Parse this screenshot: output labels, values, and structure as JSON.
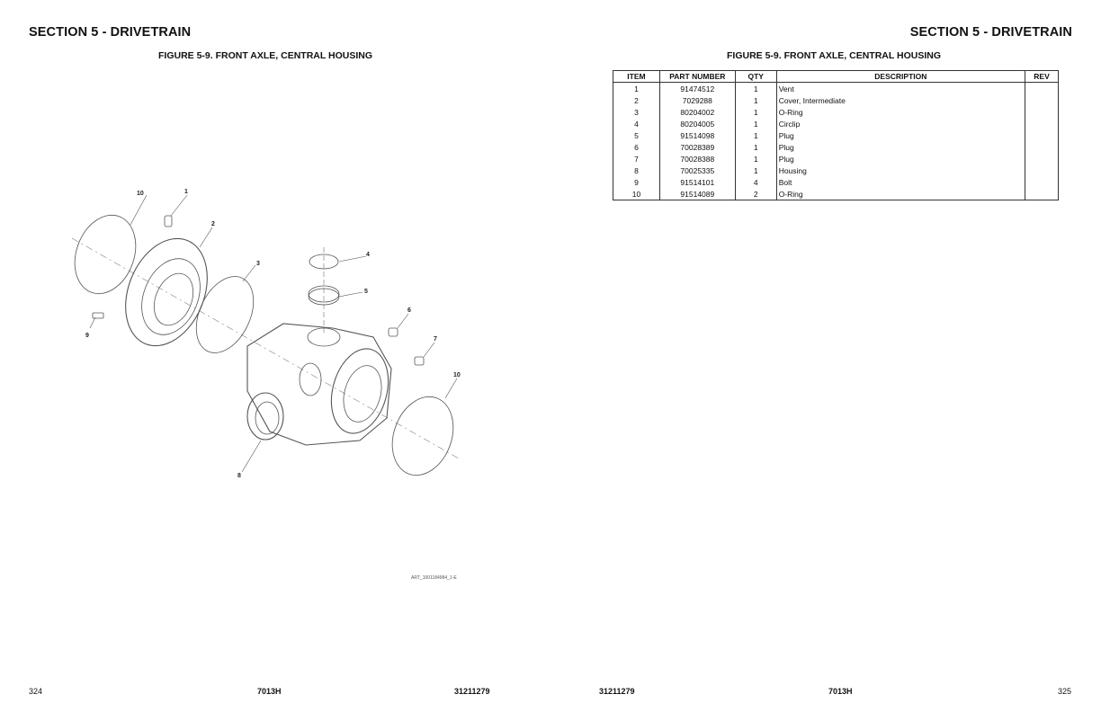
{
  "left_page": {
    "section_title": "SECTION 5 - DRIVETRAIN",
    "figure_title": "FIGURE 5-9. FRONT AXLE, CENTRAL HOUSING",
    "art_reference": "ART_1001184984_1-E",
    "callouts": [
      "10",
      "1",
      "2",
      "3",
      "4",
      "5",
      "6",
      "7",
      "9",
      "10",
      "8"
    ],
    "footer": {
      "page_number": "324",
      "model": "7013H",
      "doc_number": "31211279"
    }
  },
  "right_page": {
    "section_title": "SECTION 5 - DRIVETRAIN",
    "figure_title": "FIGURE 5-9. FRONT AXLE, CENTRAL HOUSING",
    "table": {
      "headers": [
        "ITEM",
        "PART NUMBER",
        "QTY",
        "DESCRIPTION",
        "REV"
      ],
      "rows": [
        [
          "1",
          "91474512",
          "1",
          "Vent",
          ""
        ],
        [
          "2",
          "7029288",
          "1",
          "Cover, Intermediate",
          ""
        ],
        [
          "3",
          "80204002",
          "1",
          "O-Ring",
          ""
        ],
        [
          "4",
          "80204005",
          "1",
          "Circlip",
          ""
        ],
        [
          "5",
          "91514098",
          "1",
          "Plug",
          ""
        ],
        [
          "6",
          "70028389",
          "1",
          "Plug",
          ""
        ],
        [
          "7",
          "70028388",
          "1",
          "Plug",
          ""
        ],
        [
          "8",
          "70025335",
          "1",
          "Housing",
          ""
        ],
        [
          "9",
          "91514101",
          "4",
          "Bolt",
          ""
        ],
        [
          "10",
          "91514089",
          "2",
          "O-Ring",
          ""
        ]
      ]
    },
    "footer": {
      "doc_number": "31211279",
      "model": "7013H",
      "page_number": "325"
    }
  }
}
